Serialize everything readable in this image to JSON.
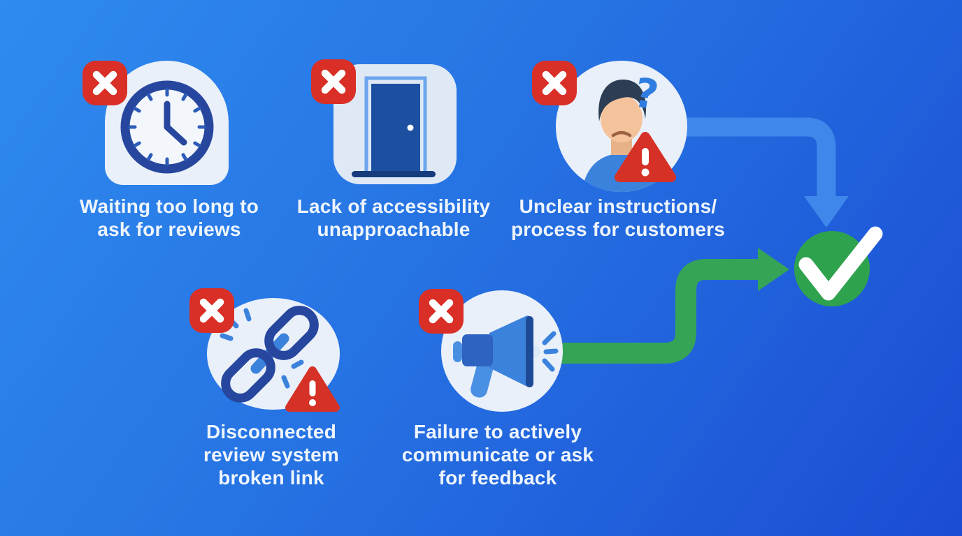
{
  "colors": {
    "background_top_left": "#2f8bef",
    "background_bottom_right": "#1b4cd3",
    "badge_red": "#d92f26",
    "warning_red": "#d63127",
    "arrow_blue": "#3f87ea",
    "arrow_green": "#35a457",
    "success_green": "#2fa24e",
    "icon_background": "#e9f0fa",
    "icon_navy": "#27479e",
    "icon_blue": "#3b82dd",
    "caption_text": "#eef5fd"
  },
  "items": [
    {
      "icon": "clock-icon",
      "badge": "x-icon",
      "lines": [
        "Waiting too long to",
        "ask for reviews"
      ]
    },
    {
      "icon": "door-icon",
      "badge": "x-icon",
      "lines": [
        "Lack of accessibility",
        "unapproachable"
      ]
    },
    {
      "icon": "confused-person-icon",
      "badge": "x-icon",
      "extra_icon": "warning-triangle-icon",
      "lines": [
        "Unclear instructions/",
        "process for customers"
      ]
    },
    {
      "icon": "broken-link-icon",
      "badge": "x-icon",
      "extra_icon": "warning-triangle-icon",
      "lines": [
        "Disconnected",
        "review system",
        "broken link"
      ]
    },
    {
      "icon": "megaphone-icon",
      "badge": "x-icon",
      "lines": [
        "Failure to actively",
        "communicate or ask",
        "for feedback"
      ]
    }
  ],
  "result": {
    "icon": "checkmark-icon"
  },
  "arrows": [
    {
      "name": "blue-arrow",
      "from": "unclear-instructions",
      "to": "success-check"
    },
    {
      "name": "green-arrow",
      "from": "failure-to-communicate",
      "to": "success-check"
    }
  ]
}
